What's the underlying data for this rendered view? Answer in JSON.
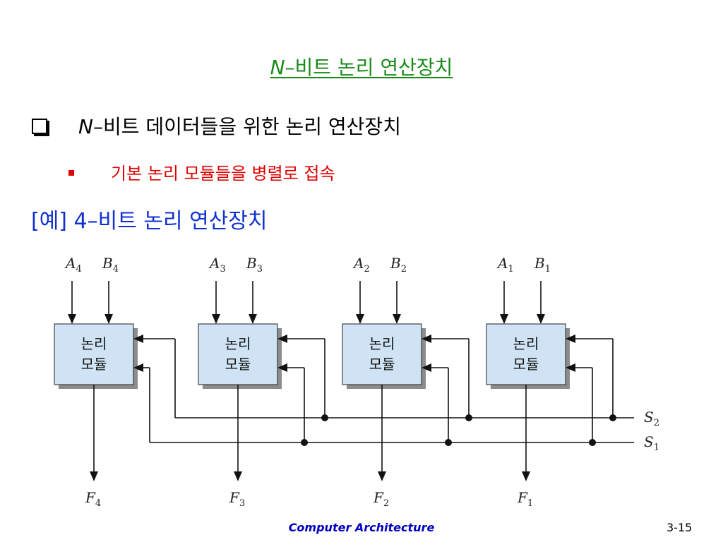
{
  "slide": {
    "title_prefix": "N",
    "title_rest": "–비트 논리 연산장치",
    "bullet1_prefix": "N",
    "bullet1_rest": "–비트 데이터들을 위한 논리 연산장치",
    "bullet2": "기본 논리 모듈들을 병렬로 접속",
    "example": "[예] 4–비트 논리 연산장치",
    "footer": "Computer Architecture",
    "page_number": "3-15"
  },
  "diagram": {
    "modules": [
      {
        "label_line1": "논리",
        "label_line2": "모듈",
        "a": "A",
        "a_sub": "4",
        "b": "B",
        "b_sub": "4",
        "f": "F",
        "f_sub": "4"
      },
      {
        "label_line1": "논리",
        "label_line2": "모듈",
        "a": "A",
        "a_sub": "3",
        "b": "B",
        "b_sub": "3",
        "f": "F",
        "f_sub": "3"
      },
      {
        "label_line1": "논리",
        "label_line2": "모듈",
        "a": "A",
        "a_sub": "2",
        "b": "B",
        "b_sub": "2",
        "f": "F",
        "f_sub": "2"
      },
      {
        "label_line1": "논리",
        "label_line2": "모듈",
        "a": "A",
        "a_sub": "1",
        "b": "B",
        "b_sub": "1",
        "f": "F",
        "f_sub": "1"
      }
    ],
    "select_lines": [
      {
        "name": "S",
        "sub": "2"
      },
      {
        "name": "S",
        "sub": "1"
      }
    ],
    "colors": {
      "module_fill": "#cfe3f4",
      "module_shadow": "#8c8c8c",
      "line": "#111111"
    }
  }
}
